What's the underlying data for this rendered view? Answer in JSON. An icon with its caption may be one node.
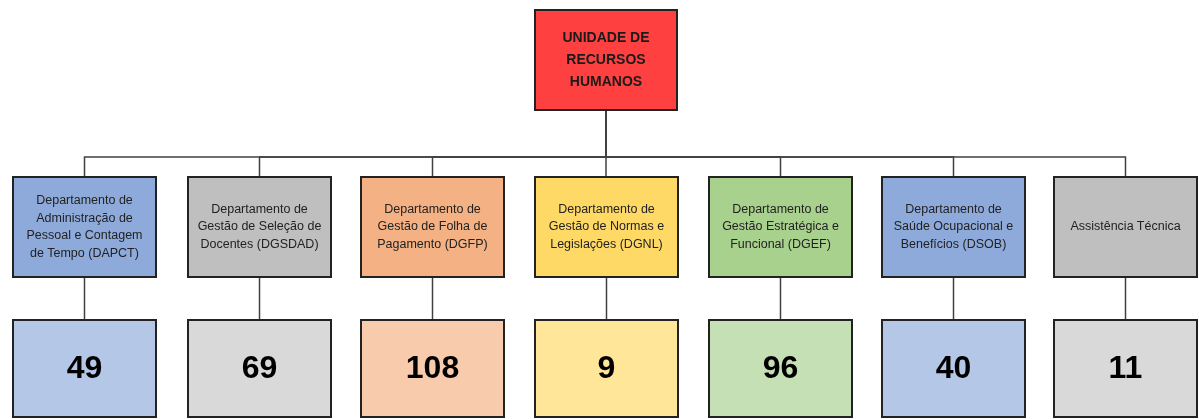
{
  "diagram": {
    "nodes": [
      {
        "text": [
          "UNIDADE DE RECURSOS HUMANOS"
        ]
      },
      {
        "text": [
          "Departamento de Administração de Pessoal e Contagem de Tempo (DAPCT)"
        ]
      },
      {
        "text": [
          "Departamento de Gestão de Seleção de Docentes (DGSDAD)"
        ]
      },
      {
        "text": [
          "Departamento de Gestão de Folha de Pagamento (DGFP)"
        ]
      },
      {
        "text": [
          "Departamento de Gestão de Normas e Legislações (DGNL)"
        ]
      },
      {
        "text": [
          "Departamento de Gestão Estratégica e Funcional (DGEF)"
        ]
      },
      {
        "text": [
          "Departamento de Saúde Ocupacional e Benefícios (DSOB)"
        ]
      },
      {
        "text": [
          "Assistência Técnica"
        ]
      },
      {
        "text": [
          "49"
        ]
      },
      {
        "text": [
          "69"
        ]
      },
      {
        "text": [
          "108"
        ]
      },
      {
        "text": [
          "9"
        ]
      },
      {
        "text": [
          "96"
        ]
      },
      {
        "text": [
          "40"
        ]
      },
      {
        "text": [
          "11"
        ]
      }
    ],
    "edges": [
      {
        "from": 0,
        "to": 1,
        "arrow": "none"
      },
      {
        "from": 0,
        "to": 2,
        "arrow": "none"
      },
      {
        "from": 0,
        "to": 3,
        "arrow": "none"
      },
      {
        "from": 0,
        "to": 4,
        "arrow": "none"
      },
      {
        "from": 0,
        "to": 5,
        "arrow": "none"
      },
      {
        "from": 0,
        "to": 6,
        "arrow": "none"
      },
      {
        "from": 0,
        "to": 7,
        "arrow": "none"
      },
      {
        "from": 1,
        "to": 8,
        "arrow": "none"
      },
      {
        "from": 2,
        "to": 9,
        "arrow": "none"
      },
      {
        "from": 3,
        "to": 10,
        "arrow": "none"
      },
      {
        "from": 4,
        "to": 11,
        "arrow": "none"
      },
      {
        "from": 5,
        "to": 12,
        "arrow": "none"
      },
      {
        "from": 6,
        "to": 13,
        "arrow": "none"
      },
      {
        "from": 7,
        "to": 14,
        "arrow": "none"
      }
    ]
  }
}
